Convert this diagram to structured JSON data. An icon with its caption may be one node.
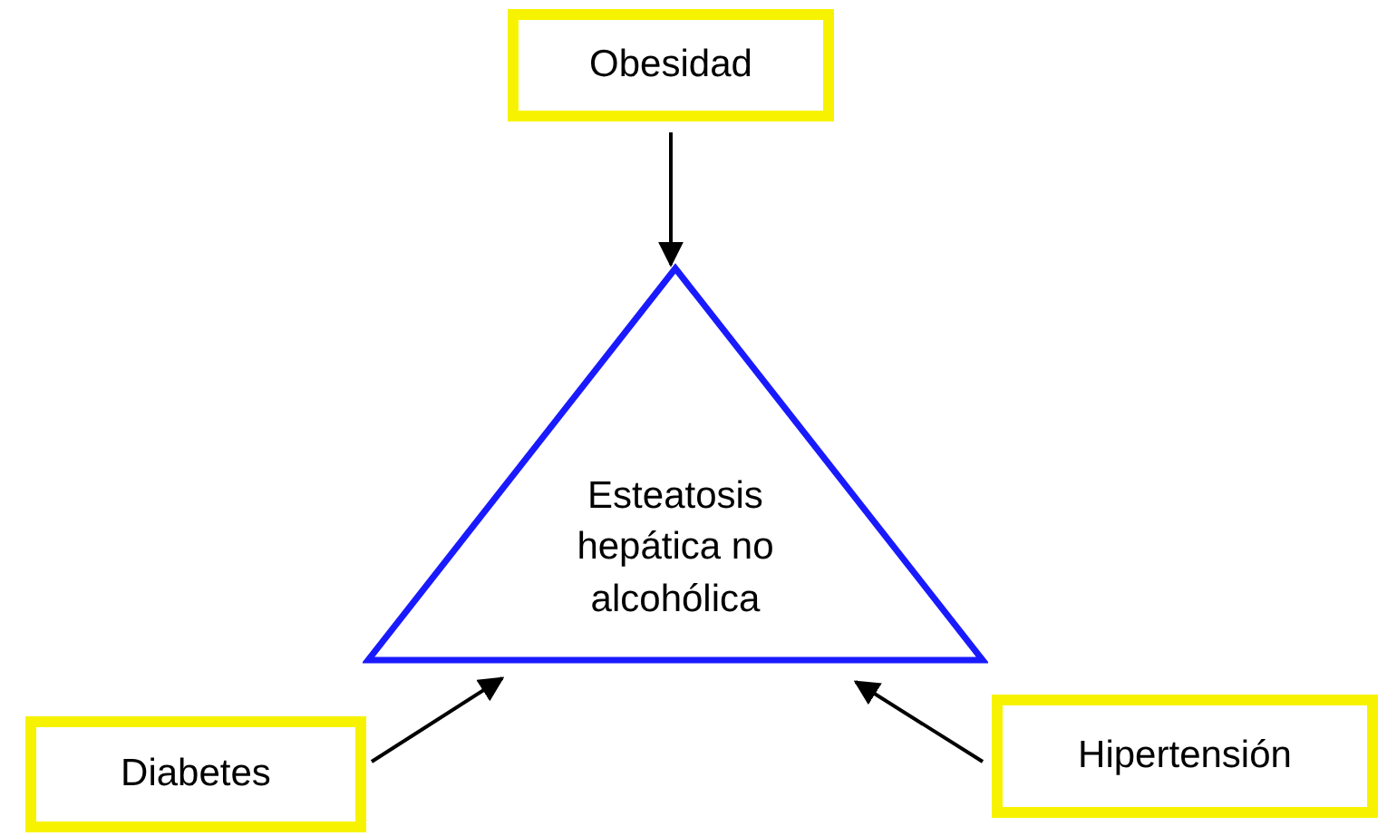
{
  "diagram": {
    "nodes": [
      {
        "text": [
          "Obesidad"
        ]
      },
      {
        "text": [
          "Esteatosis hepática no alcohólica"
        ]
      },
      {
        "text": [
          "Diabetes"
        ]
      },
      {
        "text": [
          "Hipertensión"
        ]
      }
    ],
    "edges": [
      {
        "from": 0,
        "to": 1,
        "arrow": "to"
      },
      {
        "from": 2,
        "to": 1,
        "arrow": "to"
      },
      {
        "from": 3,
        "to": 1,
        "arrow": "to"
      }
    ]
  }
}
